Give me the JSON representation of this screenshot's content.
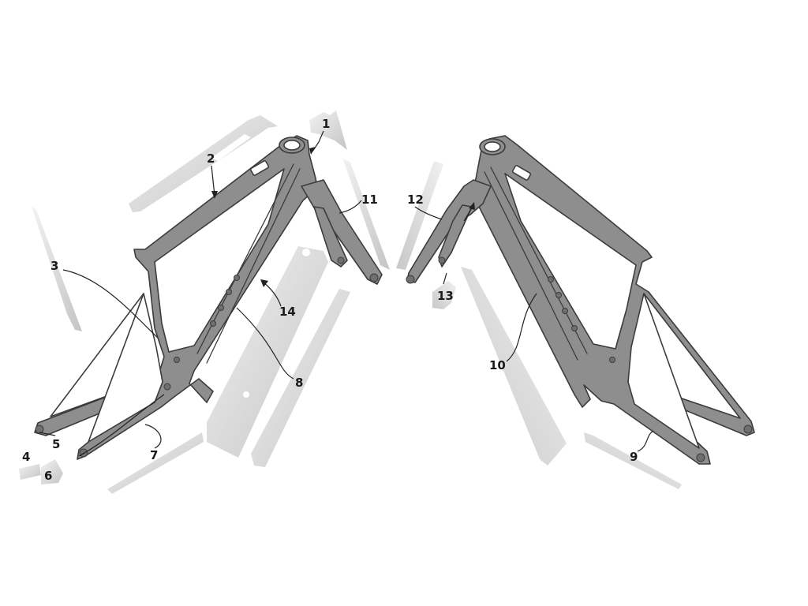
{
  "colors": {
    "frame": "#8e8e8e",
    "outline": "#3c3c3c",
    "protector_light": "#e8e8e8",
    "protector_dark": "#c6c6c6",
    "label": "#1a1a1a"
  },
  "callouts": [
    {
      "id": "1",
      "text": "1"
    },
    {
      "id": "2",
      "text": "2"
    },
    {
      "id": "3",
      "text": "3"
    },
    {
      "id": "4",
      "text": "4"
    },
    {
      "id": "5",
      "text": "5"
    },
    {
      "id": "6",
      "text": "6"
    },
    {
      "id": "7",
      "text": "7"
    },
    {
      "id": "8",
      "text": "8"
    },
    {
      "id": "9",
      "text": "9"
    },
    {
      "id": "10",
      "text": "10"
    },
    {
      "id": "11",
      "text": "11"
    },
    {
      "id": "12",
      "text": "12"
    },
    {
      "id": "13",
      "text": "13"
    },
    {
      "id": "14",
      "text": "14"
    }
  ]
}
